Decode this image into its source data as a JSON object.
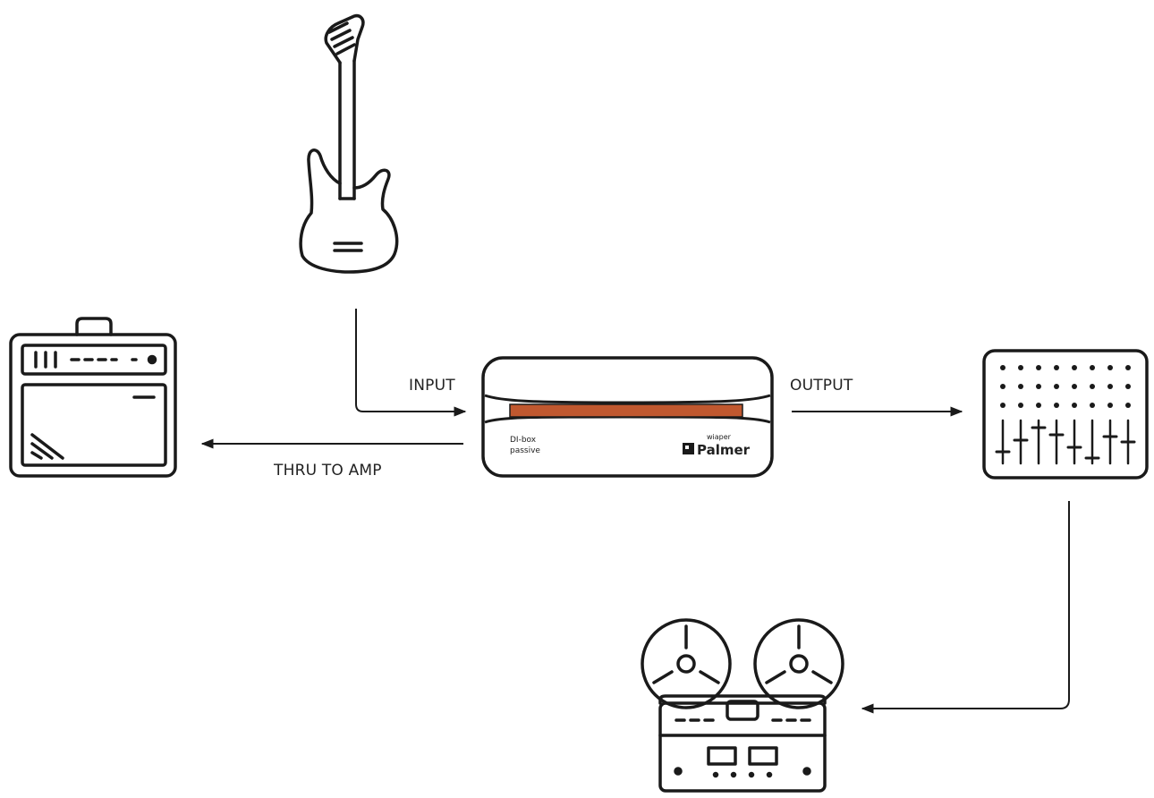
{
  "colors": {
    "stroke": "#1a1a1a",
    "accent": "#c0582f",
    "background": "#ffffff"
  },
  "nodes": {
    "guitar": {
      "icon": "electric-guitar-icon"
    },
    "amp": {
      "icon": "guitar-amplifier-icon"
    },
    "di_box": {
      "icon": "di-box-icon",
      "type_line1": "DI-box",
      "type_line2": "passive",
      "model": "wiaper",
      "brand": "Palmer"
    },
    "mixer": {
      "icon": "mixing-console-icon"
    },
    "recorder": {
      "icon": "reel-to-reel-tape-recorder-icon"
    }
  },
  "connections": {
    "input": {
      "label": "INPUT"
    },
    "output": {
      "label": "OUTPUT"
    },
    "thru": {
      "label": "THRU TO AMP"
    }
  }
}
